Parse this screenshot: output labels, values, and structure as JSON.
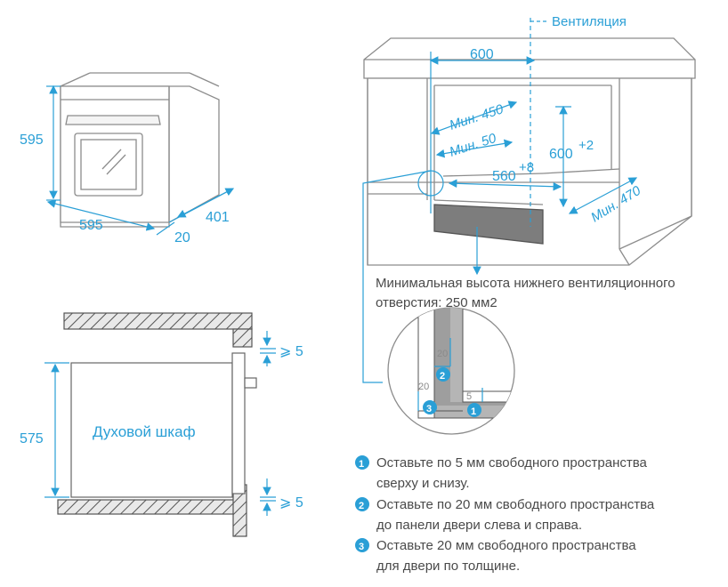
{
  "oven": {
    "height": "595",
    "width": "595",
    "depth": "401",
    "door": "20"
  },
  "cabinet": {
    "ventilation": "Вентиляция",
    "width": "600",
    "min_450": "Мин. 450",
    "min_50": "Мин. 50",
    "height_label": "600",
    "height_tol": "+2",
    "niche_label": "560",
    "niche_tol": "+8",
    "min_470": "Мин. 470",
    "note_line1": "Минимальная высота нижнего вентиляционного",
    "note_line2": "отверстия: 250 мм2"
  },
  "section": {
    "gap_top": "⩾ 5",
    "gap_bottom": "⩾ 5",
    "height": "575",
    "label": "Духовой шкаф"
  },
  "detail": {
    "v20": "20",
    "h20": "20",
    "v5": "5",
    "n1": "1",
    "n2": "2",
    "n3": "3"
  },
  "notes": [
    {
      "num": "1",
      "line1": "Оставьте по 5 мм свободного пространства",
      "line2": "сверху и снизу."
    },
    {
      "num": "2",
      "line1": "Оставьте по 20 мм свободного пространства",
      "line2": "до панели двери слева и справа."
    },
    {
      "num": "3",
      "line1": "Оставьте 20 мм свободного пространства",
      "line2": "для двери по толщине."
    }
  ],
  "colors": {
    "accent": "#2a9fd6",
    "line": "#8c8c8c",
    "text": "#4a4a4a"
  }
}
